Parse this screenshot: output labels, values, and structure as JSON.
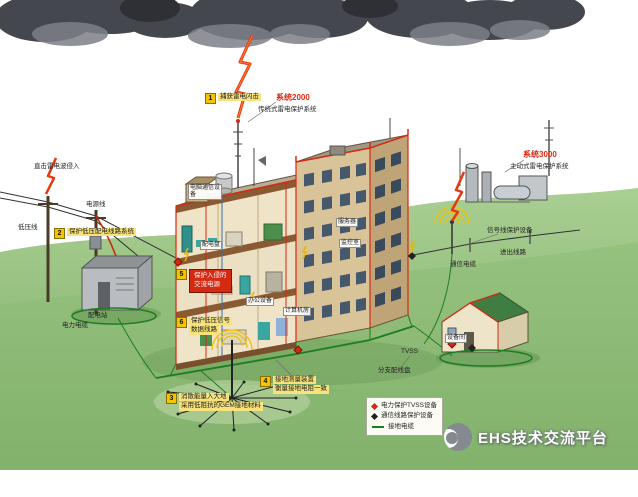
{
  "systems": {
    "s2000_name": "系统2000",
    "s2000_desc": "传统式雷电保护系统",
    "s3000_name": "系统3000",
    "s3000_desc": "主动式雷电保护系统"
  },
  "steps": {
    "capture": {
      "num": "1",
      "text": "捕获雷电闪击"
    },
    "powerline": {
      "num": "2",
      "text": "保护低压配电线路系统"
    },
    "ac": {
      "num": "5",
      "line1": "保护入侵的",
      "line2": "交流电源"
    },
    "signal": {
      "num": "6",
      "line1": "保护低压信号",
      "line2": "数据线路"
    },
    "gem": {
      "num": "3",
      "line1": "消散能量入大地",
      "line2": "采用低阻抗的GEM接地材料"
    },
    "measure": {
      "num": "4",
      "line1": "接地测量装置",
      "line2": "衡量接地电阻一致"
    }
  },
  "labels": {
    "direct_strike": "直击雷电波侵入",
    "power_line": "电源线",
    "lv_line": "低压线",
    "substation": "配电站",
    "power_cable": "电力电缆",
    "room_comm": "电脑通信设备",
    "room_dist": "配电盘",
    "room_office": "办公设备",
    "room_computer": "计算机房",
    "room_server": "服务器",
    "room_monitor": "监控室",
    "signal_protect": "信号线保护设备",
    "inout_lines": "进出线路",
    "comm_cable": "通信电缆",
    "branch_panel": "分支配线盘",
    "tvss": "TVSS",
    "equip_room": "设备间"
  },
  "legend": {
    "items": [
      {
        "marker": "diamond-red",
        "text": "电力保护TVSS设备"
      },
      {
        "marker": "diamond-black",
        "text": "通信线路保护设备"
      },
      {
        "marker": "line-green",
        "text": "接地电缆"
      }
    ]
  },
  "watermark": {
    "text": "EHS技术交流平台"
  },
  "colors": {
    "lightning": "#e8380d",
    "ground_wire": "#1e7d1e",
    "accent_yellow": "#f5c400",
    "system_red": "#d42a12"
  }
}
